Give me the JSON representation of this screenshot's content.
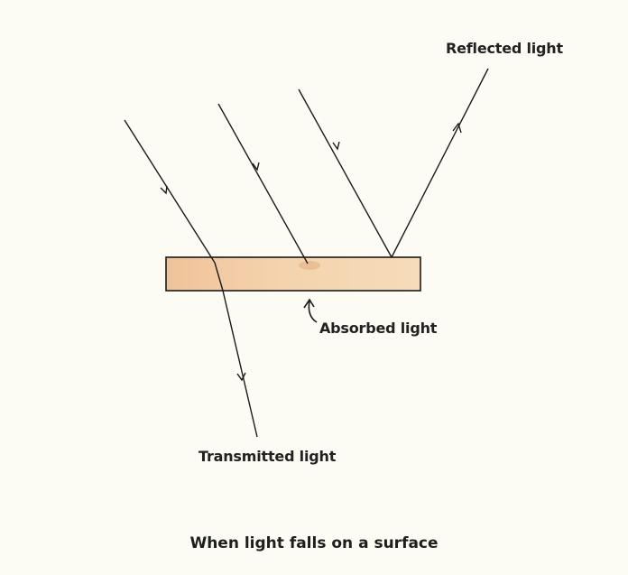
{
  "labels": {
    "reflected": "Reflected light",
    "absorbed": "Absorbed light",
    "transmitted": "Transmitted light"
  },
  "caption": "When light falls on a surface",
  "colors": {
    "background": "#fdfcf4",
    "surface_fill": "#f3cfa6",
    "stroke": "#1a1a1a"
  }
}
